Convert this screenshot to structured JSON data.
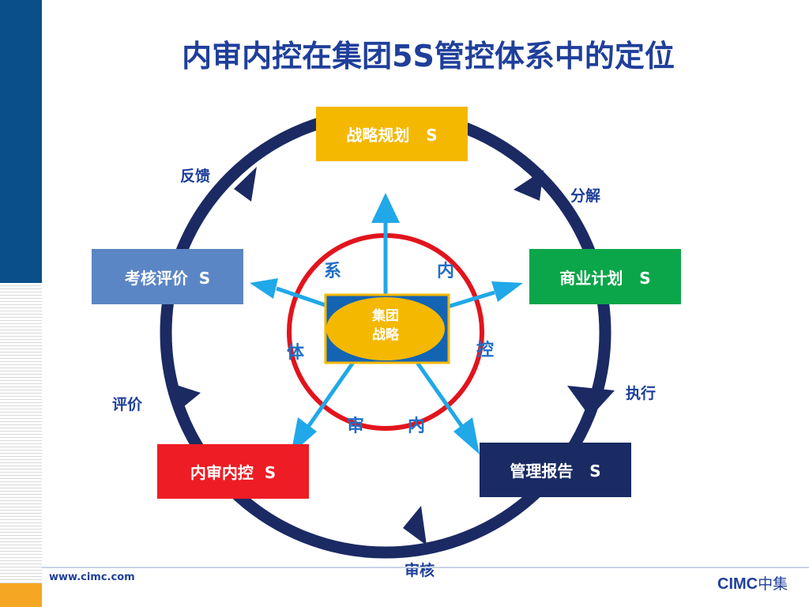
{
  "title": "内审内控在集团5S管控体系中的定位",
  "website": "www.cimc.com",
  "logo": {
    "latin": "CIMC",
    "cn": "中集"
  },
  "center": {
    "line1": "集团",
    "line2": "战略"
  },
  "boxes": {
    "strategy": "战略规划   S",
    "business": "商业计划   S",
    "report": "管理报告   S",
    "audit": "内审内控  S",
    "evaluate": "考核评价  S"
  },
  "cycle_labels": {
    "feedback": "反馈",
    "decompose": "分解",
    "execute": "执行",
    "review": "审核",
    "assess": "评价"
  },
  "inner_chars": [
    "系",
    "内",
    "控",
    "内",
    "审",
    "体"
  ],
  "colors": {
    "strategy": "#f5b800",
    "business": "#0ca64a",
    "report": "#1a2b63",
    "audit": "#ee1c24",
    "evaluate": "#5b86c5",
    "ring": "#1b2a63",
    "inner_ring": "#e2141c",
    "arrow": "#20a8e8",
    "center_rect": "#1464b4",
    "center_oval": "#f5b800"
  }
}
